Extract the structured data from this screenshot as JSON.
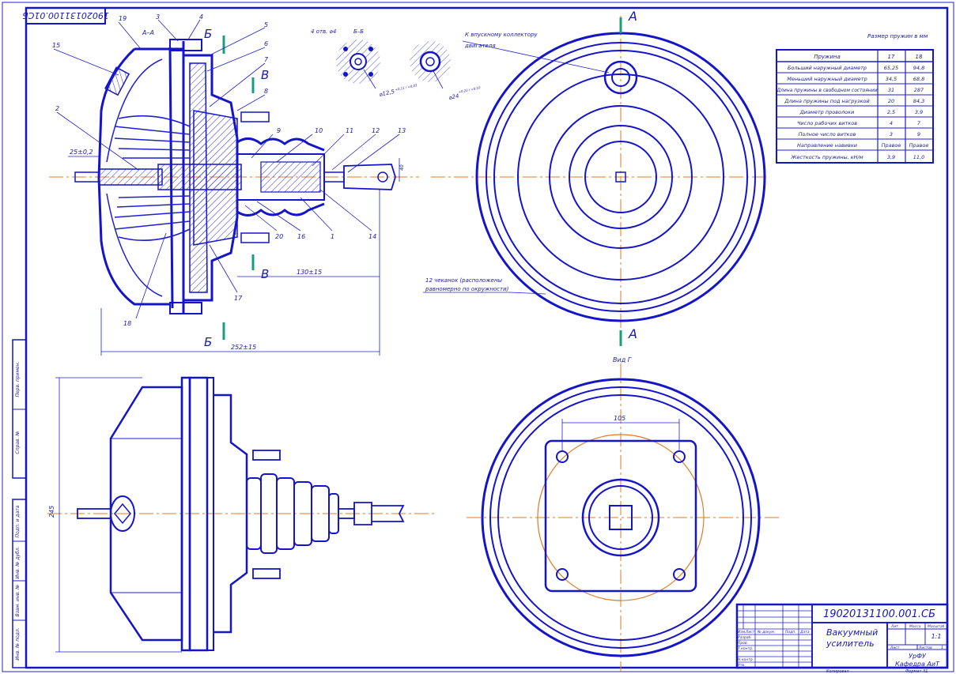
{
  "stamp_top": "19020131100.01СБ",
  "section_A": "А–А",
  "section_B_label": "Б",
  "section_V_label": "В",
  "section_B_title": "Б–Б",
  "holes_note": "4 отв. ⌀4",
  "dim_d125": "⌀12,5",
  "dim_d125_tol": "+0,11 / +0,03",
  "dim_d24": "⌀24",
  "dim_d24_tol": "+0,22 / +0,10",
  "note_intake": "К впускному коллектору двигателя",
  "note_intake_1": "К впускному коллектору",
  "note_intake_2": "двигателя",
  "note_chekanka_1": "12 чеканок (расположены",
  "note_chekanka_2": "равномерно по окружности)",
  "view_A_label": "А",
  "view_G": "Вид Г",
  "dim_25": "25±0,2",
  "dim_130": "130±15",
  "dim_252": "252±15",
  "dim_245": "245",
  "dim_105": "105",
  "dim_40": "40",
  "callouts": [
    "19",
    "3",
    "4",
    "5",
    "6",
    "7",
    "8",
    "9",
    "10",
    "11",
    "12",
    "13",
    "15",
    "2",
    "20",
    "16",
    "1",
    "14",
    "17",
    "18"
  ],
  "spring_table": {
    "title": "Размер пружин в мм",
    "header": [
      "Пружина",
      "17",
      "18"
    ],
    "rows": [
      [
        "Больший наружный диаметр",
        "65,25",
        "94,8"
      ],
      [
        "Меньший наружный диаметр",
        "34,5",
        "68,8"
      ],
      [
        "Длина пружины в свободном состоянии",
        "31",
        "287"
      ],
      [
        "Длина пружины под нагрузкой",
        "20",
        "84,3"
      ],
      [
        "Диаметр проволоки",
        "2,5",
        "3,9"
      ],
      [
        "Число рабочих витков",
        "4",
        "7"
      ],
      [
        "Полное число витков",
        "3",
        "9"
      ],
      [
        "Направление навивки",
        "Правое",
        "Правое"
      ],
      [
        "Жесткость пружины, кН/м",
        "3,9",
        "11,0"
      ]
    ]
  },
  "title_block": {
    "doc_number": "19020131100.001.СБ",
    "name_line1": "Вакуумный",
    "name_line2": "усилитель",
    "col_lit": "Лит.",
    "col_mass": "Масса",
    "col_scale": "Масштаб",
    "scale": "1:1",
    "sheet": "Лист",
    "sheets": "Листов",
    "sheets_count": "1",
    "org_line1": "УрФУ",
    "org_line2": "Кафедра АиТ",
    "format": "Формат А1",
    "copied": "Копировал",
    "roles": [
      "Изм.",
      "Лист",
      "№ докум.",
      "Подп.",
      "Дата",
      "Разраб.",
      "Пров.",
      "Т.контр.",
      "Н.контр.",
      "Утв."
    ]
  },
  "side_strip": [
    "Перв. примен.",
    "Справ. №",
    "Подп. и дата",
    "Инв. № дубл.",
    "Взам. инв. №",
    "Подп. и дата",
    "Инв. № подл."
  ]
}
